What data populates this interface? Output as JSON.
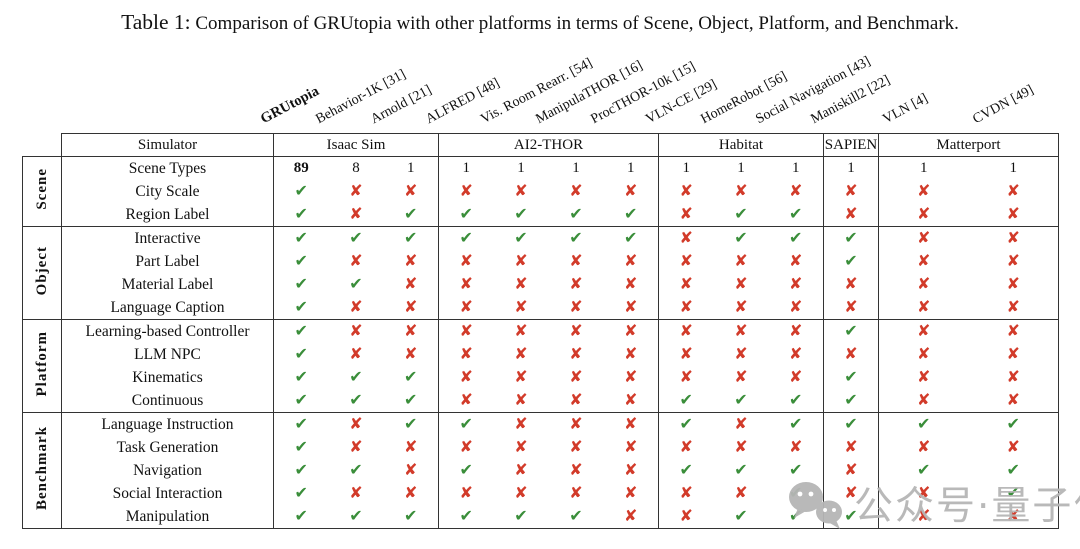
{
  "title": {
    "label": "Table 1:",
    "text": "Comparison of GRUtopia with other platforms in terms of Scene, Object, Platform, and Benchmark."
  },
  "colors": {
    "check_green": "#3a8e3a",
    "cross_red": "#d23b2a",
    "watermark_gray": "#b6b6b6",
    "border": "#333333"
  },
  "icons": {
    "check": "✔",
    "cross": "✘",
    "wechat": "wechat-bubbles-icon"
  },
  "columns": [
    "GRUtopia",
    "Behavior-1K [31]",
    "Arnold [21]",
    "ALFRED [48]",
    "Vis. Room Rearr. [54]",
    "ManipulaTHOR [16]",
    "ProcTHOR-10k [15]",
    "VLN-CE [29]",
    "HomeRobot [56]",
    "Social Navigation [43]",
    "Maniskill2 [22]",
    "VLN [4]",
    "CVDN [49]"
  ],
  "header_bold_column": "GRUtopia",
  "simulator_row": {
    "label": "Simulator",
    "groups": [
      {
        "name": "Isaac Sim",
        "span": 3
      },
      {
        "name": "AI2-THOR",
        "span": 4
      },
      {
        "name": "Habitat",
        "span": 3
      },
      {
        "name": "SAPIEN",
        "span": 1
      },
      {
        "name": "Matterport",
        "span": 2
      }
    ]
  },
  "row_groups": [
    {
      "name": "Scene",
      "rows": [
        {
          "label": "Scene Types",
          "bold_columns": [
            0
          ],
          "cells": [
            "89",
            "8",
            "1",
            "1",
            "1",
            "1",
            "1",
            "1",
            "1",
            "1",
            "1",
            "1",
            "1"
          ]
        },
        {
          "label": "City Scale",
          "cells": [
            "check",
            "cross",
            "cross",
            "cross",
            "cross",
            "cross",
            "cross",
            "cross",
            "cross",
            "cross",
            "cross",
            "cross",
            "cross"
          ]
        },
        {
          "label": "Region Label",
          "cells": [
            "check",
            "cross",
            "check",
            "check",
            "check",
            "check",
            "check",
            "cross",
            "check",
            "check",
            "cross",
            "cross",
            "cross"
          ]
        }
      ]
    },
    {
      "name": "Object",
      "rows": [
        {
          "label": "Interactive",
          "cells": [
            "check",
            "check",
            "check",
            "check",
            "check",
            "check",
            "check",
            "cross",
            "check",
            "check",
            "check",
            "cross",
            "cross"
          ]
        },
        {
          "label": "Part Label",
          "cells": [
            "check",
            "cross",
            "cross",
            "cross",
            "cross",
            "cross",
            "cross",
            "cross",
            "cross",
            "cross",
            "check",
            "cross",
            "cross"
          ]
        },
        {
          "label": "Material Label",
          "cells": [
            "check",
            "check",
            "cross",
            "cross",
            "cross",
            "cross",
            "cross",
            "cross",
            "cross",
            "cross",
            "cross",
            "cross",
            "cross"
          ]
        },
        {
          "label": "Language Caption",
          "cells": [
            "check",
            "cross",
            "cross",
            "cross",
            "cross",
            "cross",
            "cross",
            "cross",
            "cross",
            "cross",
            "cross",
            "cross",
            "cross"
          ]
        }
      ]
    },
    {
      "name": "Platform",
      "rows": [
        {
          "label": "Learning-based Controller",
          "cells": [
            "check",
            "cross",
            "cross",
            "cross",
            "cross",
            "cross",
            "cross",
            "cross",
            "cross",
            "cross",
            "check",
            "cross",
            "cross"
          ]
        },
        {
          "label": "LLM NPC",
          "cells": [
            "check",
            "cross",
            "cross",
            "cross",
            "cross",
            "cross",
            "cross",
            "cross",
            "cross",
            "cross",
            "cross",
            "cross",
            "cross"
          ]
        },
        {
          "label": "Kinematics",
          "cells": [
            "check",
            "check",
            "check",
            "cross",
            "cross",
            "cross",
            "cross",
            "cross",
            "cross",
            "cross",
            "check",
            "cross",
            "cross"
          ]
        },
        {
          "label": "Continuous",
          "cells": [
            "check",
            "check",
            "check",
            "cross",
            "cross",
            "cross",
            "cross",
            "check",
            "check",
            "check",
            "check",
            "cross",
            "cross"
          ]
        }
      ]
    },
    {
      "name": "Benchmark",
      "rows": [
        {
          "label": "Language Instruction",
          "cells": [
            "check",
            "cross",
            "check",
            "check",
            "cross",
            "cross",
            "cross",
            "check",
            "cross",
            "check",
            "check",
            "check",
            "check"
          ]
        },
        {
          "label": "Task Generation",
          "cells": [
            "check",
            "cross",
            "cross",
            "cross",
            "cross",
            "cross",
            "cross",
            "cross",
            "cross",
            "cross",
            "cross",
            "cross",
            "cross"
          ]
        },
        {
          "label": "Navigation",
          "cells": [
            "check",
            "check",
            "cross",
            "check",
            "cross",
            "cross",
            "cross",
            "check",
            "check",
            "check",
            "cross",
            "check",
            "check"
          ]
        },
        {
          "label": "Social Interaction",
          "cells": [
            "check",
            "cross",
            "cross",
            "cross",
            "cross",
            "cross",
            "cross",
            "cross",
            "cross",
            "check",
            "cross",
            "cross",
            "check"
          ]
        },
        {
          "label": "Manipulation",
          "cells": [
            "check",
            "check",
            "check",
            "check",
            "check",
            "check",
            "cross",
            "cross",
            "check",
            "check",
            "check",
            "cross",
            "cross"
          ]
        }
      ]
    }
  ],
  "watermark": {
    "text": "公众号·量子位"
  }
}
